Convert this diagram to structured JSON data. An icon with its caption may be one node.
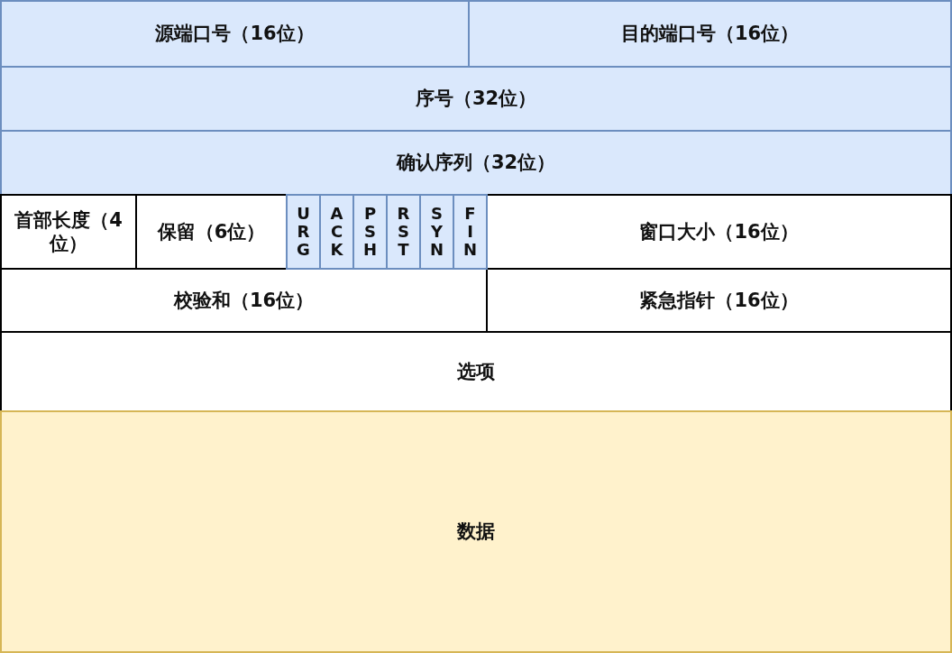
{
  "diagram": {
    "nodes": [
      {
        "text": [
          "源端口号（16位）"
        ]
      },
      {
        "text": [
          "目的端口号（16位）"
        ]
      },
      {
        "text": [
          "序号（32位）"
        ]
      },
      {
        "text": [
          "确认序列（32位）"
        ]
      },
      {
        "text": [
          "首部长度（4位）"
        ]
      },
      {
        "text": [
          "保留（6位）"
        ]
      },
      {
        "text": [
          "URG"
        ]
      },
      {
        "text": [
          "ACK"
        ]
      },
      {
        "text": [
          "PSH"
        ]
      },
      {
        "text": [
          "RST"
        ]
      },
      {
        "text": [
          "SYN"
        ]
      },
      {
        "text": [
          "FIN"
        ]
      },
      {
        "text": [
          "窗口大小（16位）"
        ]
      },
      {
        "text": [
          "校验和（16位）"
        ]
      },
      {
        "text": [
          "紧急指针（16位）"
        ]
      },
      {
        "text": [
          "选项"
        ]
      },
      {
        "text": [
          "数据"
        ]
      }
    ]
  }
}
